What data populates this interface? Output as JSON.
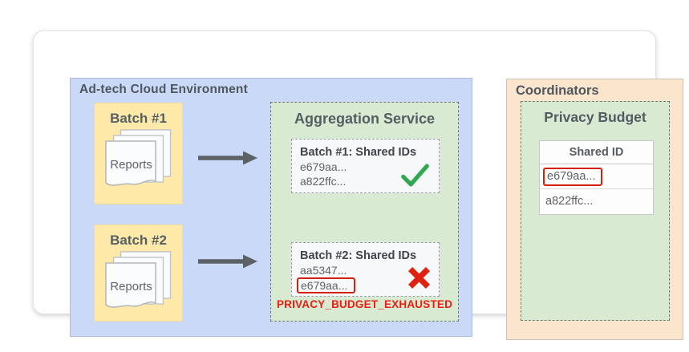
{
  "env": {
    "title": "Ad-tech Cloud Environment"
  },
  "batches": [
    {
      "label": "Batch #1",
      "doc_label": "Reports"
    },
    {
      "label": "Batch #2",
      "doc_label": "Reports"
    }
  ],
  "aggregation_service": {
    "title": "Aggregation Service",
    "results": [
      {
        "title": "Batch #1: Shared IDs",
        "ids": [
          "e679aa...",
          "a822ffc..."
        ],
        "status": "success"
      },
      {
        "title": "Batch #2: Shared IDs",
        "ids": [
          "aa5347...",
          "e679aa..."
        ],
        "status": "failure",
        "highlighted_id": "e679aa..."
      }
    ],
    "error_label": "PRIVACY_BUDGET_EXHAUSTED"
  },
  "coordinators": {
    "title": "Coordinators",
    "privacy_budget": {
      "title": "Privacy Budget",
      "table": {
        "header": "Shared ID",
        "rows": [
          {
            "value": "e679aa...",
            "highlighted": true
          },
          {
            "value": "a822ffc...",
            "highlighted": false
          }
        ]
      }
    }
  },
  "colors": {
    "env_fill": "#c9d9f7",
    "batch_fill": "#ffe9a9",
    "service_fill": "#d9ead3",
    "coordinator_fill": "#fce5cd",
    "success_green": "#34a853",
    "error_red": "#df2310",
    "highlight_outline_red": "#d6200f",
    "arrow_gray": "#5c6166"
  }
}
